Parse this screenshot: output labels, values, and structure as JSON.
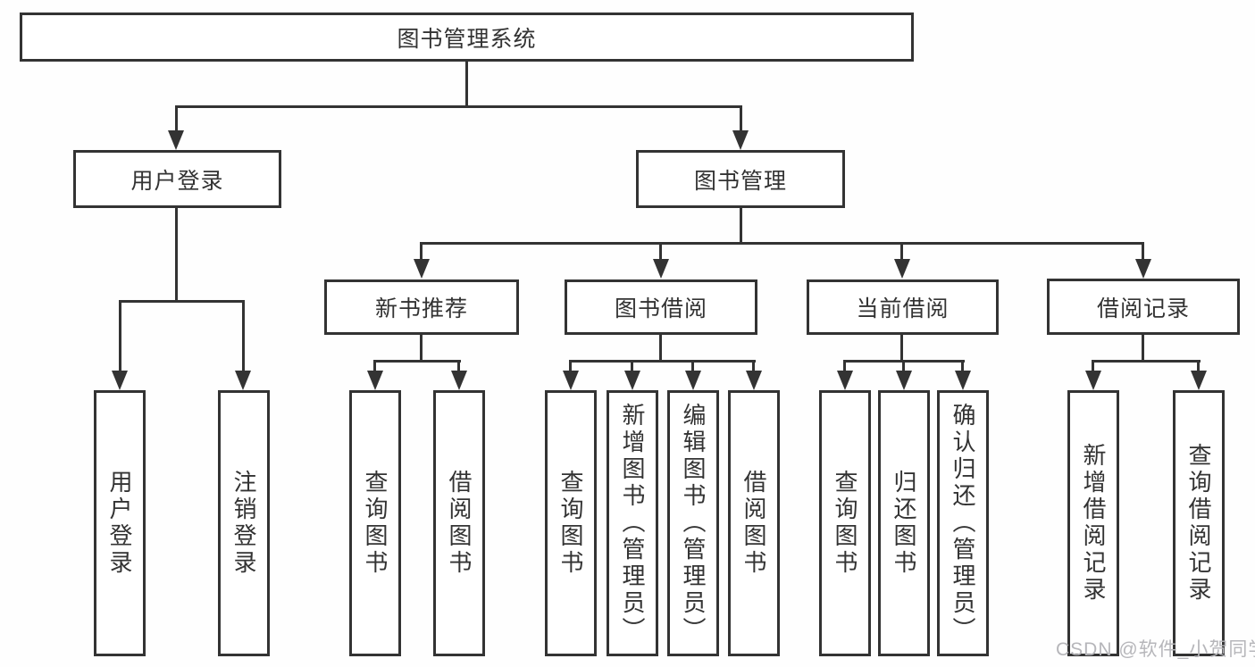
{
  "diagram_type": "hierarchy-tree",
  "tree": {
    "label": "图书管理系统",
    "children": [
      {
        "label": "用户登录",
        "children": [
          {
            "label": "用户登录"
          },
          {
            "label": "注销登录"
          }
        ]
      },
      {
        "label": "图书管理",
        "children": [
          {
            "label": "新书推荐",
            "children": [
              {
                "label": "查询图书"
              },
              {
                "label": "借阅图书"
              }
            ]
          },
          {
            "label": "图书借阅",
            "children": [
              {
                "label": "查询图书"
              },
              {
                "label": "新增图书（管理员）"
              },
              {
                "label": "编辑图书（管理员）"
              },
              {
                "label": "借阅图书"
              }
            ]
          },
          {
            "label": "当前借阅",
            "children": [
              {
                "label": "查询图书"
              },
              {
                "label": "归还图书"
              },
              {
                "label": "确认归还（管理员）"
              }
            ]
          },
          {
            "label": "借阅记录",
            "children": [
              {
                "label": "新增借阅记录"
              },
              {
                "label": "查询借阅记录"
              }
            ]
          }
        ]
      }
    ]
  },
  "colors": {
    "line": "#333333",
    "box_border": "#333333",
    "text": "#333333",
    "watermark": "#b6b6ba",
    "background": "#ffffff"
  },
  "watermark": {
    "text": "CSDN @软件_小贺同学"
  }
}
